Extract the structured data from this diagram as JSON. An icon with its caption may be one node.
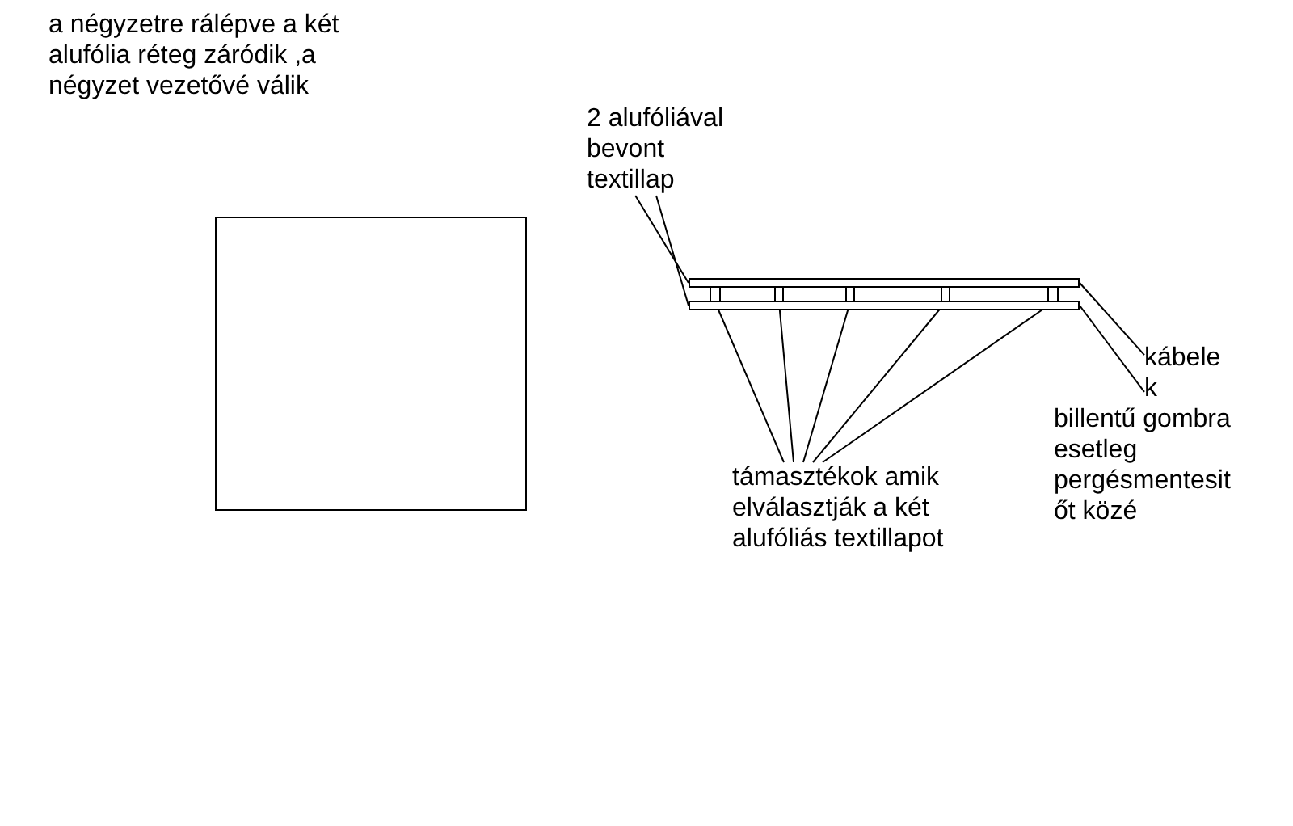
{
  "diagram": {
    "nodes": [
      {
        "text": [],
        "shape": "box"
      },
      {
        "text": [
          "2 alufóliával bevont textillap"
        ]
      },
      {
        "text": [],
        "shape": "bar"
      },
      {
        "text": [],
        "shape": "bar"
      },
      {
        "text": [],
        "shape": "box"
      },
      {
        "text": [],
        "shape": "box"
      },
      {
        "text": [],
        "shape": "box"
      },
      {
        "text": [],
        "shape": "box"
      },
      {
        "text": [],
        "shape": "box"
      },
      {
        "text": [
          "támasztékok amik elválasztják a két alufóliás textillapot"
        ]
      },
      {
        "text": [
          "kábele k"
        ]
      }
    ],
    "edges": [
      {
        "from": 1,
        "to": 2,
        "arrow": "none"
      },
      {
        "from": 1,
        "to": 3,
        "arrow": "none"
      },
      {
        "from": 9,
        "to": 4,
        "arrow": "none"
      },
      {
        "from": 9,
        "to": 5,
        "arrow": "none"
      },
      {
        "from": 9,
        "to": 6,
        "arrow": "none"
      },
      {
        "from": 9,
        "to": 7,
        "arrow": "none"
      },
      {
        "from": 9,
        "to": 8,
        "arrow": "none"
      },
      {
        "from": 2,
        "to": 10,
        "arrow": "none"
      },
      {
        "from": 3,
        "to": 10,
        "arrow": "none"
      }
    ],
    "labels": [
      "a négyzetre rálépve a két alufólia réteg záródik ,a négyzet vezetővé válik",
      "billentű gombra esetleg pergésmentesit őt közé"
    ]
  }
}
